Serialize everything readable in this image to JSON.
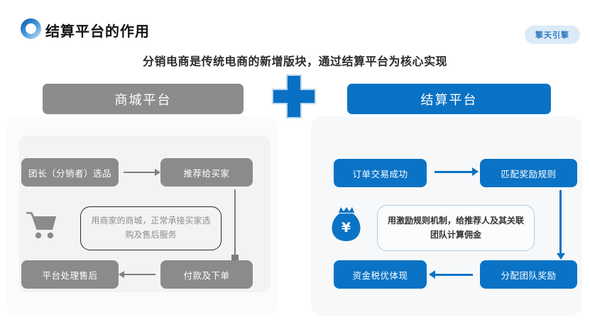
{
  "header": {
    "title": "结算平台的作用",
    "badge": "擎天引擎"
  },
  "subtitle": "分销电商是传统电商的新增版块，通过结算平台为核心实现",
  "colors": {
    "accent_blue": "#0a73c5",
    "box_gray": "#8a8b8c",
    "badge_bg": "#dceaf7",
    "badge_text": "#3079c2",
    "panel_bg": "#fafbfb",
    "note_border_dark": "#2a2a2a",
    "note_border_blue": "#a6d0ee"
  },
  "left_flow": {
    "header": "商城平台",
    "icon": "shopping-cart-icon",
    "boxes": {
      "top_left": "团长（分销者）选品",
      "top_right": "推荐给买家",
      "bottom_right": "付款及下单",
      "bottom_left": "平台处理售后"
    },
    "note": "用商家的商城，正常承接买家选购及售后服务"
  },
  "right_flow": {
    "header": "结算平台",
    "icon": "money-bag-icon",
    "currency": "¥",
    "boxes": {
      "top_left": "订单交易成功",
      "top_right": "匹配奖励规则",
      "bottom_right": "分配团队奖励",
      "bottom_left": "资金税优体现"
    },
    "note": "用激励规则机制，给推荐人及其关联团队计算佣金"
  }
}
